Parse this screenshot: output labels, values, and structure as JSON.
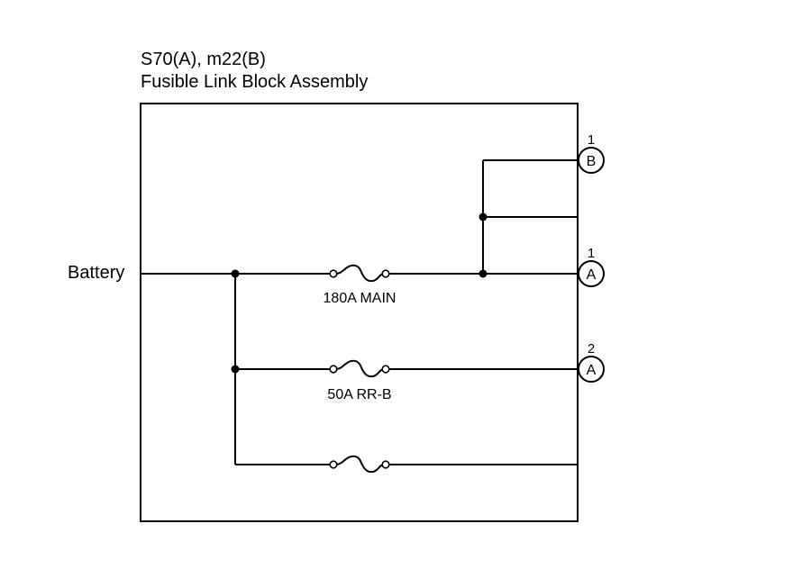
{
  "header": {
    "connector_ids": "S70(A), m22(B)",
    "component_name": "Fusible Link Block Assembly"
  },
  "inputs": {
    "battery_label": "Battery"
  },
  "fuses": [
    {
      "label": "180A MAIN"
    },
    {
      "label": "50A RR-B"
    },
    {
      "label": ""
    }
  ],
  "connectors": [
    {
      "letter": "B",
      "pin": "1"
    },
    {
      "letter": "A",
      "pin": "1"
    },
    {
      "letter": "A",
      "pin": "2"
    }
  ]
}
